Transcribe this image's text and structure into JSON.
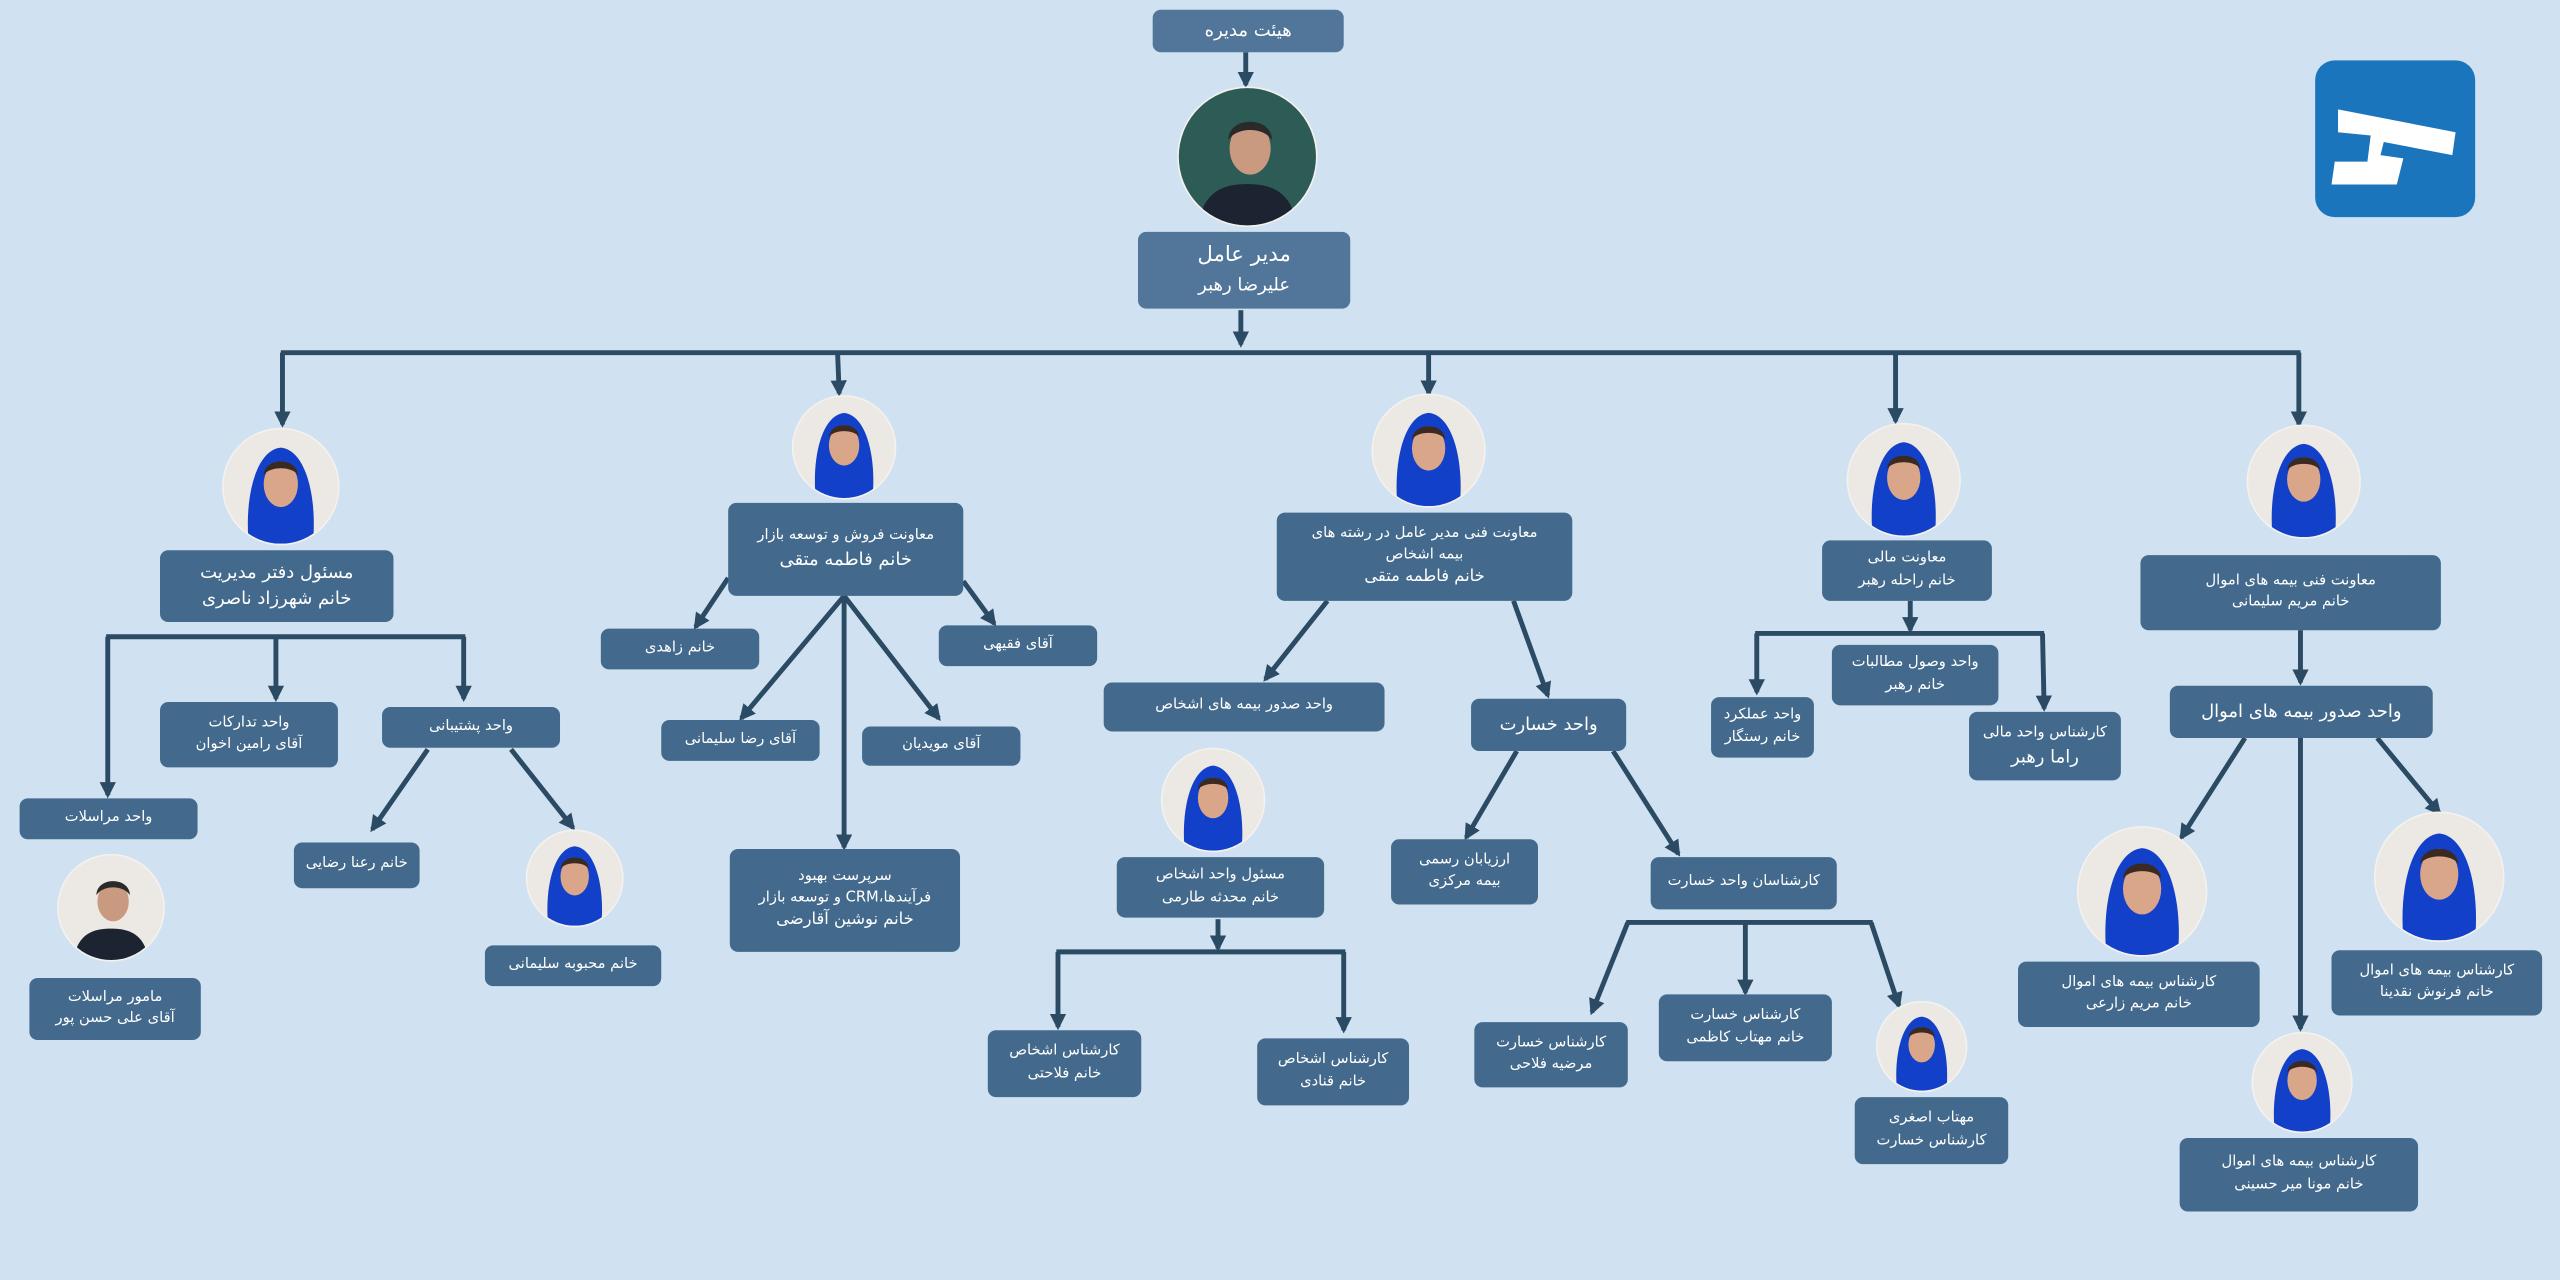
{
  "board": "هیئت مدیره",
  "ceo": {
    "title": "مدیر عامل",
    "name": "علیرضا رهبر"
  },
  "office": {
    "title": "مسئول دفتر مدیریت",
    "name": "خانم شهرزاد ناصری"
  },
  "procurement": {
    "title": "واحد تدارکات",
    "name": "آقای رامین اخوان"
  },
  "support": {
    "title": "واحد پشتیبانی"
  },
  "mail_unit": {
    "title": "واحد مراسلات"
  },
  "rana": "خانم رعنا رضایی",
  "mahbubeh": "خانم محبوبه سلیمانی",
  "mail_officer": {
    "title": "مامور مراسلات",
    "name": "آقای علی حسن پور"
  },
  "sales": {
    "title": "معاونت فروش و توسعه بازار",
    "name": "خانم فاطمه متقی"
  },
  "zahedi": "خانم زاهدی",
  "faghihi": "آقای  فقیهی",
  "reza": "آقای  رضا سلیمانی",
  "moayedian": "آقای  مویدیان",
  "crm": {
    "l1": "سرپرست بهبود",
    "l2": "فرآیندها،CRM و توسعه بازار",
    "l3": "خانم نوشین آقارضی"
  },
  "tech_persons": {
    "l1": "معاونت فنی مدیر عامل در رشته های",
    "l2": "بیمه اشخاص",
    "name": "خانم فاطمه متقی"
  },
  "issue_persons": "واحد صدور بیمه های  اشخاص",
  "claims": "واحد خسارت",
  "persons_head": {
    "title": "مسئول واحد اشخاص",
    "name": "خانم محدثه طارمی"
  },
  "persons_exp1": {
    "title": "کارشناس اشخاص",
    "name": "خانم فلاحتی"
  },
  "persons_exp2": {
    "title": "کارشناس اشخاص",
    "name": "خانم قنادی"
  },
  "assessors": {
    "l1": "ارزیابان رسمی",
    "l2": "بیمه  مرکزی"
  },
  "claims_experts": "کارشناسان واحد خسارت",
  "claim_exp1": {
    "title": "کارشناس خسارت",
    "name": "مرضیه فلاحی"
  },
  "claim_exp2": {
    "title": "کارشناس خسارت",
    "name": "خانم مهتاب کاظمی"
  },
  "claim_exp3": {
    "name": "مهتاب اصغری",
    "title": "کارشناس خسارت"
  },
  "finance": {
    "title": "معاونت مالی",
    "name": "خانم راحله رهبر"
  },
  "performance": {
    "title": "واحد عملکرد",
    "name": "خانم رستگار"
  },
  "collections": {
    "title": "واحد وصول مطالبات",
    "name": "خانم رهبر"
  },
  "fin_expert": {
    "title": "کارشناس واحد مالی",
    "name": "راما رهبر"
  },
  "property": {
    "title": "معاونت فنی بیمه های اموال",
    "name": "خانم مریم سلیمانی"
  },
  "issue_property": "واحد صدور بیمه های  اموال",
  "prop_exp1": {
    "title": "کارشناس بیمه های اموال",
    "name": "خانم مریم زارعی"
  },
  "prop_exp2": {
    "title": "کارشناس بیمه های اموال",
    "name": "خانم مونا میر حسینی"
  },
  "prop_exp3": {
    "title": "کارشناس بیمه های اموال",
    "name": "خانم فرنوش نقدینا"
  },
  "colors": {
    "background": "#d0e2f1",
    "box": "#436a8c",
    "line": "#2b4a63",
    "logo": "#1b75bc"
  }
}
